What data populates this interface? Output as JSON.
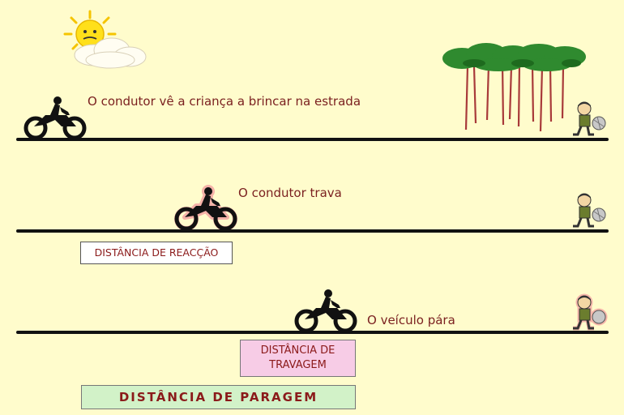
{
  "captions": {
    "row1": "O condutor vê a criança a brincar na estrada",
    "row2": "O condutor trava",
    "row3": "O veículo pára"
  },
  "labels": {
    "reaction_distance": "DISTÂNCIA DE REACÇÃO",
    "braking_distance_line1": "DISTÂNCIA DE",
    "braking_distance_line2": "TRAVAGEM",
    "stopping_distance": "DISTÂNCIA DE PARAGEM"
  },
  "colors": {
    "background": "#fffccc",
    "caption_text": "#7a1f1f",
    "reaction_box": "#ffffff",
    "braking_box": "#f7cce6",
    "stopping_box": "#d2f2c8",
    "highlight_glow": "#f3a0a0"
  },
  "icons": [
    "sun-icon",
    "cloud-icon",
    "trees-icon",
    "motorcycle-icon",
    "child-icon"
  ]
}
